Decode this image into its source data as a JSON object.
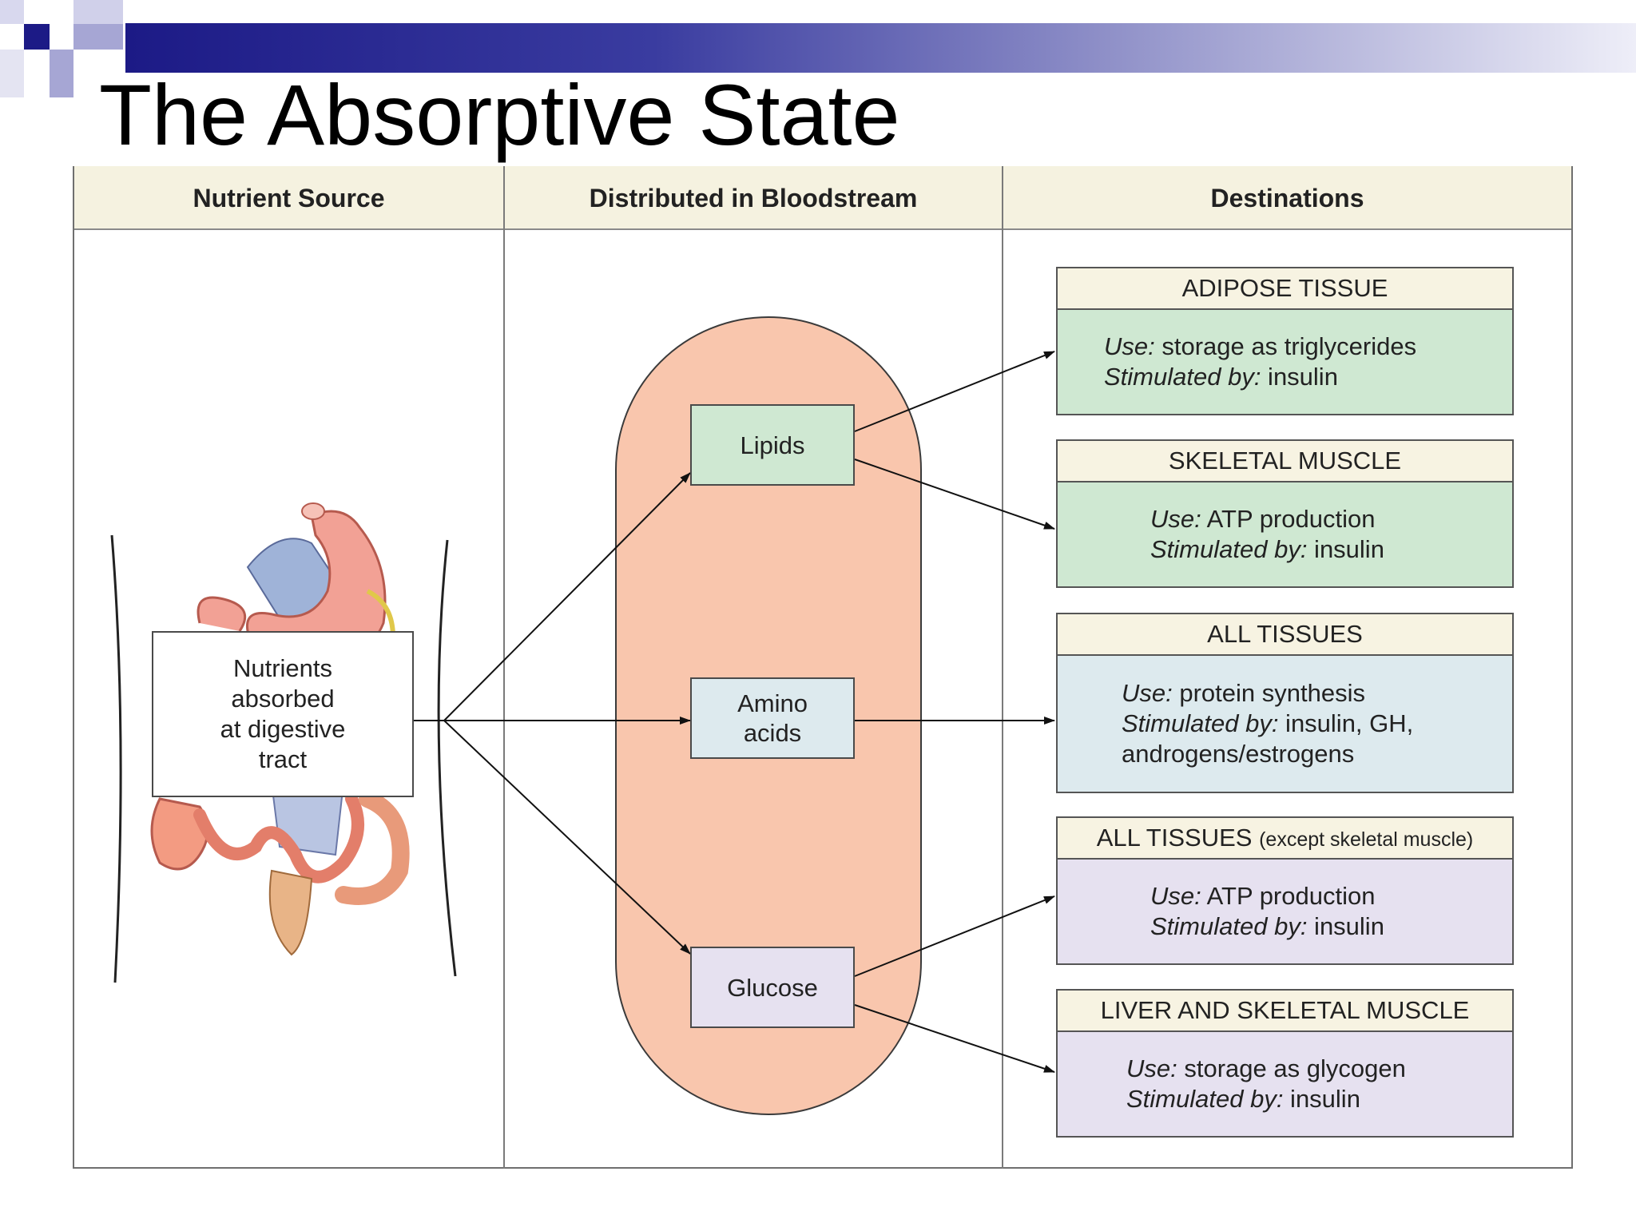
{
  "slide": {
    "title": "The Absorptive State"
  },
  "columns": [
    {
      "label": "Nutrient Source"
    },
    {
      "label": "Distributed in Bloodstream"
    },
    {
      "label": "Destinations"
    }
  ],
  "source": {
    "lines": [
      "Nutrients",
      "absorbed",
      "at digestive",
      "tract"
    ]
  },
  "nutrients": [
    {
      "label": "Lipids",
      "color": "#cfe8d2"
    },
    {
      "label": "Amino acids",
      "color": "#ddeaee"
    },
    {
      "label": "Glucose",
      "color": "#e6e1f0"
    }
  ],
  "bloodstream_color": "#f9c6ad",
  "destinations": [
    {
      "title": "ADIPOSE TISSUE",
      "title_note": "",
      "use_label": "Use:",
      "use": " storage as triglycerides",
      "stim_label": "Stimulated by:",
      "stim": " insulin",
      "extra": "",
      "color": "#cfe8d2"
    },
    {
      "title": "SKELETAL MUSCLE",
      "title_note": "",
      "use_label": "Use:",
      "use": " ATP production",
      "stim_label": "Stimulated by:",
      "stim": " insulin",
      "extra": "",
      "color": "#cfe8d2"
    },
    {
      "title": "ALL TISSUES",
      "title_note": "",
      "use_label": "Use:",
      "use": " protein synthesis",
      "stim_label": "Stimulated by:",
      "stim": " insulin, GH,",
      "extra": "androgens/estrogens",
      "color": "#ddeaee"
    },
    {
      "title": "ALL TISSUES",
      "title_note": "(except skeletal muscle)",
      "use_label": "Use:",
      "use": " ATP production",
      "stim_label": "Stimulated by:",
      "stim": " insulin",
      "extra": "",
      "color": "#e6e1f0"
    },
    {
      "title": "LIVER AND SKELETAL MUSCLE",
      "title_note": "",
      "use_label": "Use:",
      "use": " storage as glycogen",
      "stim_label": "Stimulated by:",
      "stim": " insulin",
      "extra": "",
      "color": "#e6e1f0"
    }
  ]
}
